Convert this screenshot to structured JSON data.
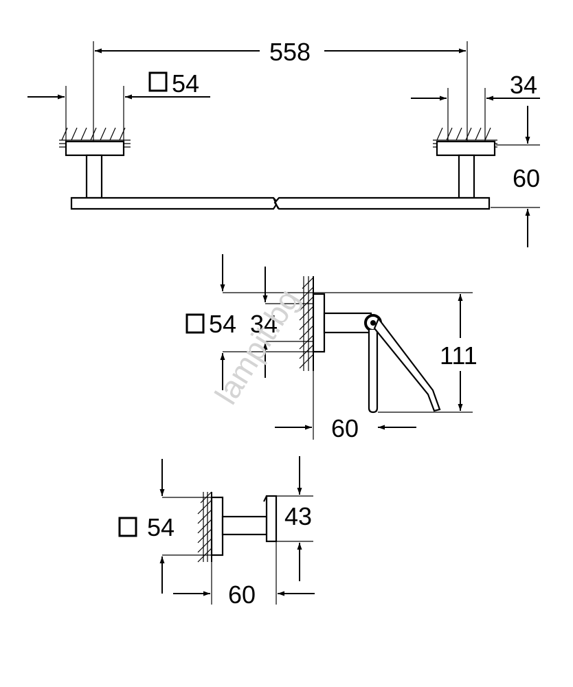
{
  "towel_bar": {
    "length_label": "558",
    "rosette_label": "54",
    "rosette_depth_label": "34",
    "projection_label": "60"
  },
  "paper_holder": {
    "rosette_label": "54",
    "rosette_depth_label": "34",
    "height_label": "111",
    "projection_label": "60"
  },
  "hook": {
    "rosette_label": "54",
    "cap_label": "43",
    "projection_label": "60"
  },
  "watermark": "lampit.bg"
}
